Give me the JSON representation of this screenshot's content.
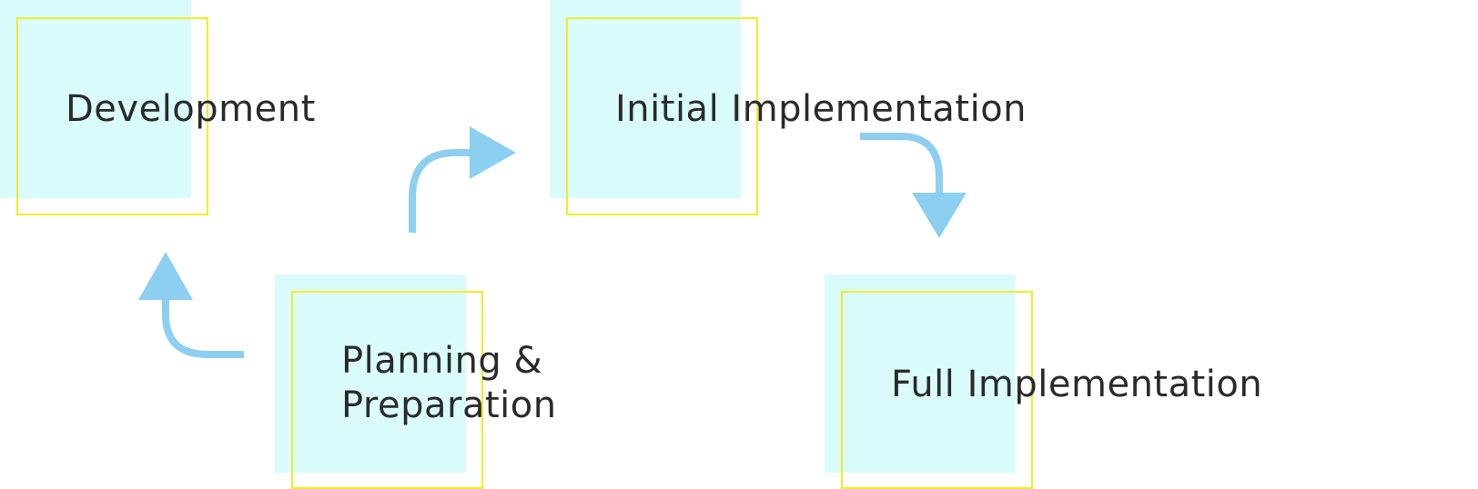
{
  "diagram": {
    "nodes": [
      {
        "id": "development",
        "label_lines": [
          "Development"
        ]
      },
      {
        "id": "initial",
        "label_lines": [
          "Initial Implementation"
        ]
      },
      {
        "id": "planning",
        "label_lines": [
          "Planning &",
          "Preparation"
        ]
      },
      {
        "id": "full",
        "label_lines": [
          "Full Implementation"
        ]
      }
    ],
    "edges": [
      {
        "from": "planning",
        "to": "development"
      },
      {
        "from": "planning",
        "to": "initial"
      },
      {
        "from": "initial",
        "to": "full"
      }
    ],
    "colors": {
      "box_fill": "#d9fcfb",
      "box_outline": "#f3ec2a",
      "arrow": "#8dcff0",
      "text": "#2a2a2a"
    }
  }
}
